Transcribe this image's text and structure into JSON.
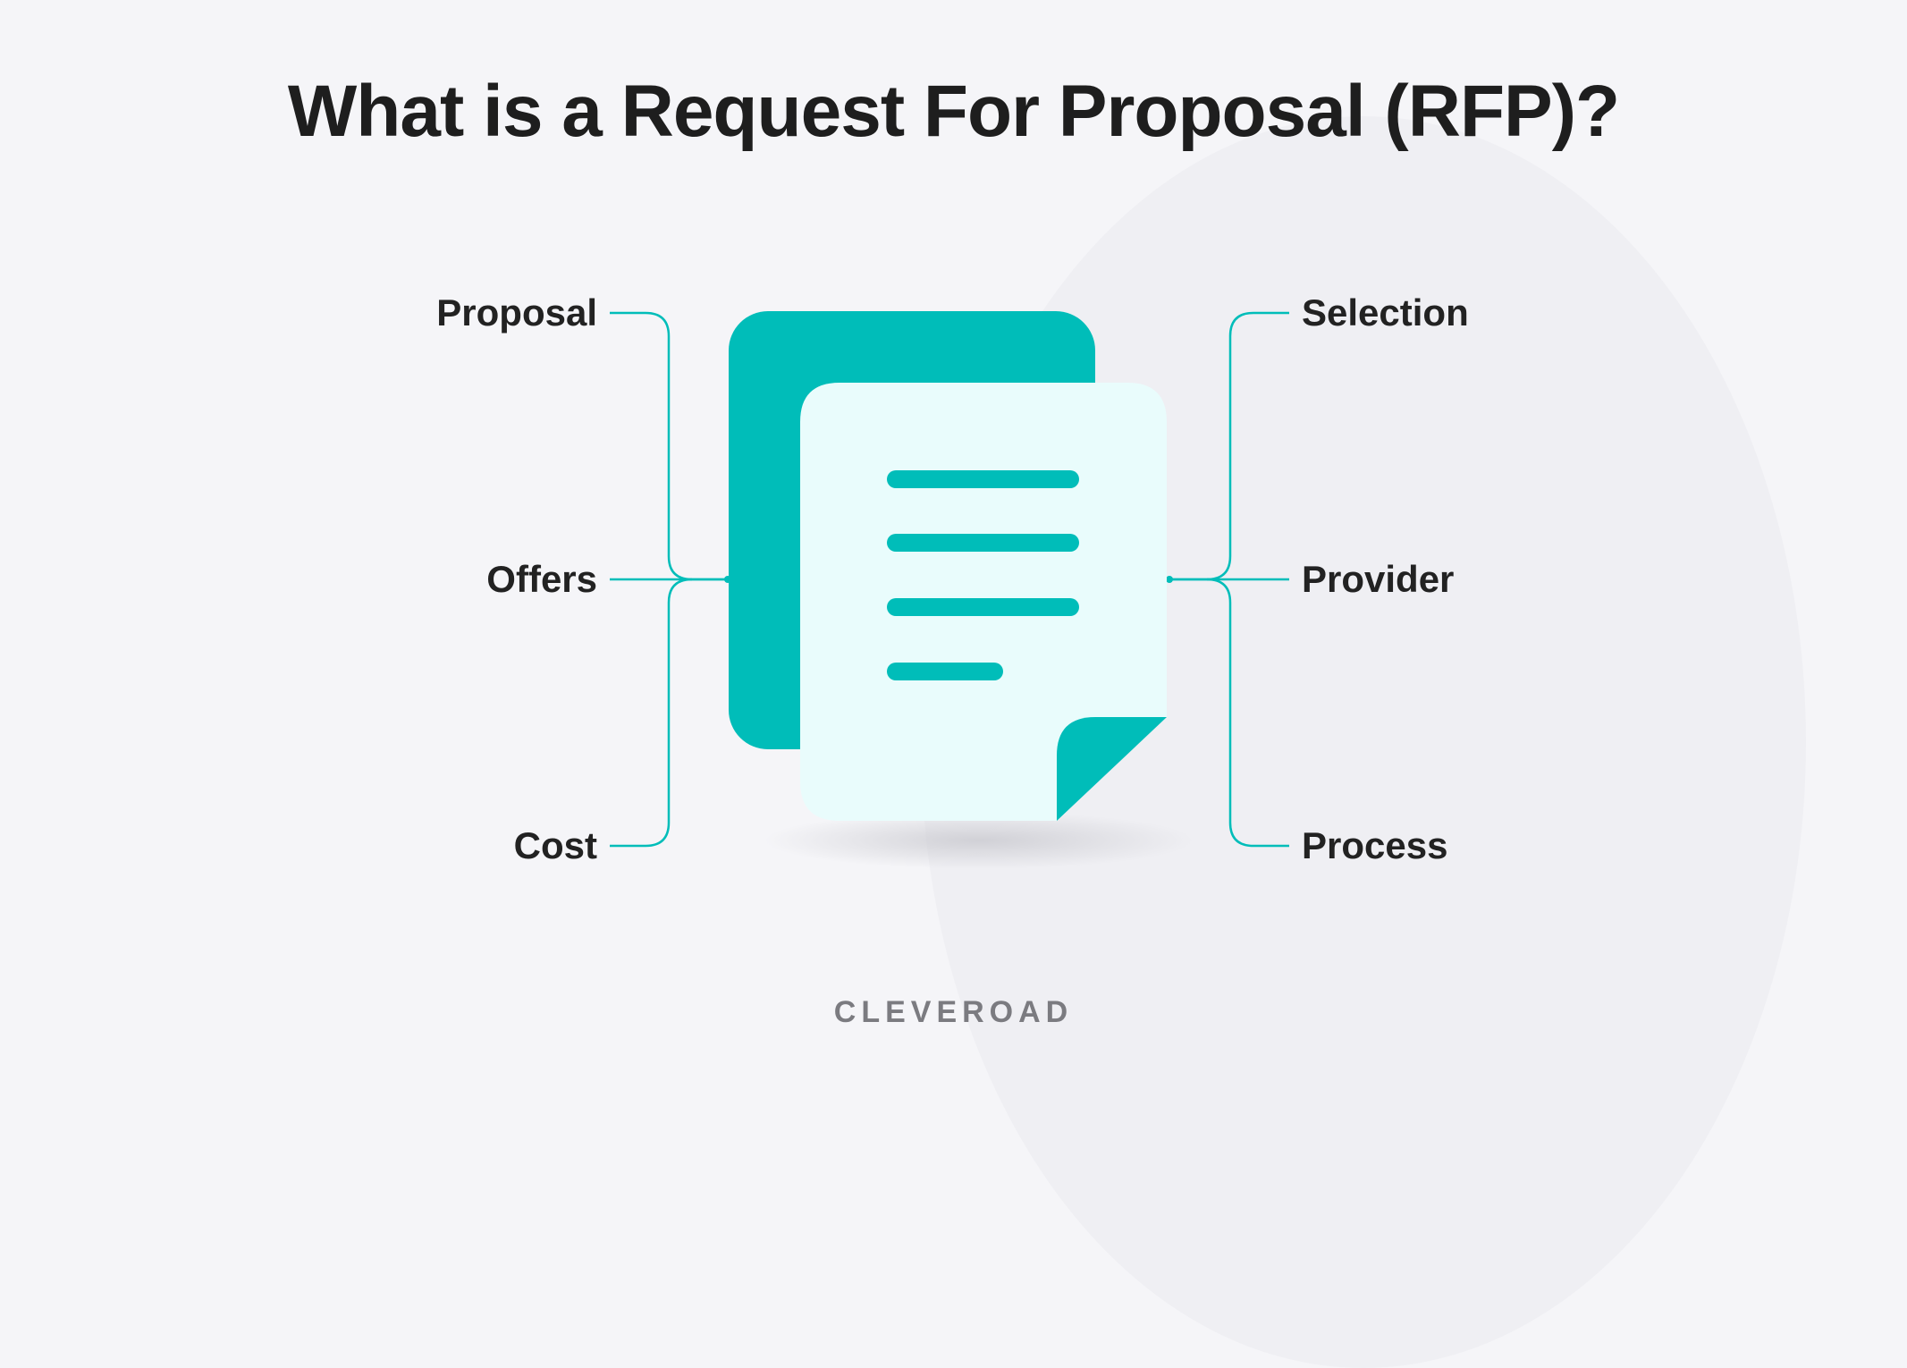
{
  "title": "What is a Request For Proposal (RFP)?",
  "left_labels": [
    "Proposal",
    "Offers",
    "Cost"
  ],
  "right_labels": [
    "Selection",
    "Provider",
    "Process"
  ],
  "brand": "CLEVEROAD",
  "colors": {
    "accent": "#00bdb9",
    "background": "#f5f5f8",
    "document_sheet": "#e9fcfc",
    "text": "#222222"
  },
  "icons": [
    "document-back-icon",
    "document-front-icon",
    "folded-corner-icon"
  ]
}
